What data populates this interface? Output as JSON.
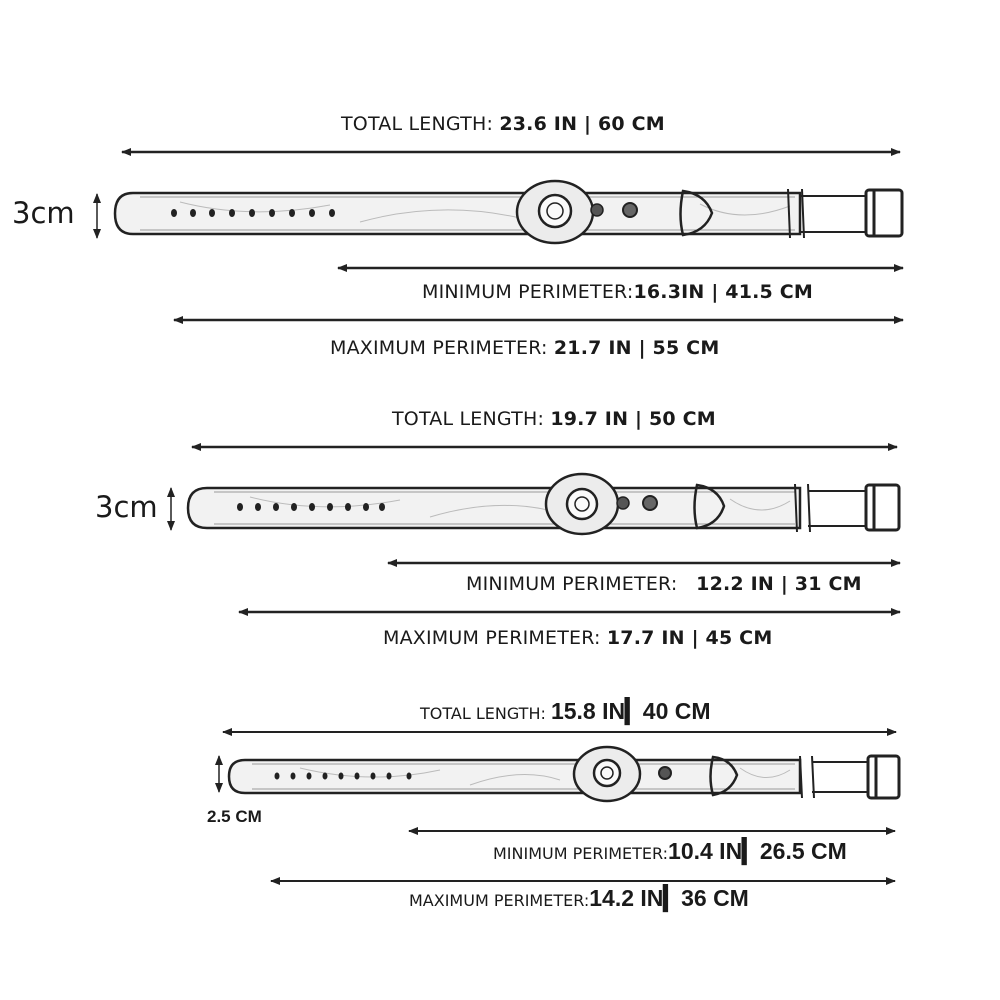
{
  "collars": [
    {
      "width": "3cm",
      "total": {
        "prefix": "TOTAL LENGTH: ",
        "value": "23.6 IN | 60 CM"
      },
      "min": {
        "prefix": "MINIMUM PERIMETER:",
        "value": "16.3IN | 41.5 CM"
      },
      "max": {
        "prefix": "MAXIMUM PERIMETER: ",
        "value": "21.7 IN | 55 CM"
      }
    },
    {
      "width": "3cm",
      "total": {
        "prefix": "TOTAL LENGTH: ",
        "value": "19.7 IN | 50 CM"
      },
      "min": {
        "prefix": "MINIMUM PERIMETER:   ",
        "value": "12.2 IN | 31 CM"
      },
      "max": {
        "prefix": "MAXIMUM PERIMETER: ",
        "value": "17.7 IN | 45 CM"
      }
    },
    {
      "width": "2.5 CM",
      "total": {
        "prefix": "TOTAL LENGTH: ",
        "value": "15.8 IN▎40 CM"
      },
      "min": {
        "prefix": "MINIMUM PERIMETER:",
        "value": "10.4 IN▎26.5 CM"
      },
      "max": {
        "prefix": "MAXIMUM PERIMETER:",
        "value": "14.2 IN▎36 CM"
      }
    }
  ]
}
